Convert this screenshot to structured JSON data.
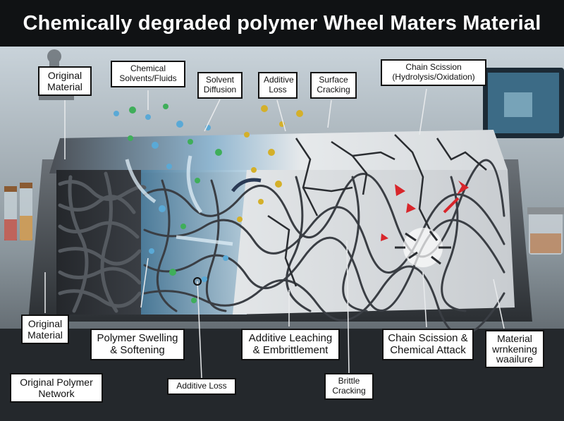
{
  "title": "Chemically degraded polymer Wheel Maters Material",
  "labels": {
    "top": [
      {
        "id": "original-material-top",
        "text": "Original\nMaterial"
      },
      {
        "id": "chemical-solvents",
        "text": "Chemical\nSolvents/Fluids"
      },
      {
        "id": "solvent-diffusion",
        "text": "Solvent\nDiffusion"
      },
      {
        "id": "additive-loss-top",
        "text": "Additive\nLoss"
      },
      {
        "id": "surface-cracking",
        "text": "Surface\nCracking"
      },
      {
        "id": "chain-scission-top",
        "text": "Chain Scission\n(Hydrolysis/Oxidation)"
      }
    ],
    "bottom": [
      {
        "id": "original-material-bottom",
        "text": "Original\nMaterial"
      },
      {
        "id": "polymer-swelling",
        "text": "Polymer Swelling\n& Softening"
      },
      {
        "id": "additive-leaching",
        "text": "Additive Leaching\n& Embrittlement"
      },
      {
        "id": "chain-scission-bottom",
        "text": "Chain Scission &\nChemical Attack"
      },
      {
        "id": "material-weakening",
        "text": "Material\nwrnkening\nwaailure"
      },
      {
        "id": "original-polymer-network",
        "text": "Original Polymer\nNetwork"
      },
      {
        "id": "additive-loss-bottom",
        "text": "Additive Loss"
      },
      {
        "id": "brittle-cracking",
        "text": "Brittle\nCracking"
      }
    ]
  },
  "colors": {
    "background": "#1a1d21",
    "title_bar": "#101214",
    "polymer_dark": "#2b2e33",
    "degraded_surface": "#d9dde0",
    "solvent_blue": "#5aa9d6",
    "particle_green": "#3fae5a",
    "particle_gold": "#d4b02a",
    "attack_red": "#d8262b"
  }
}
